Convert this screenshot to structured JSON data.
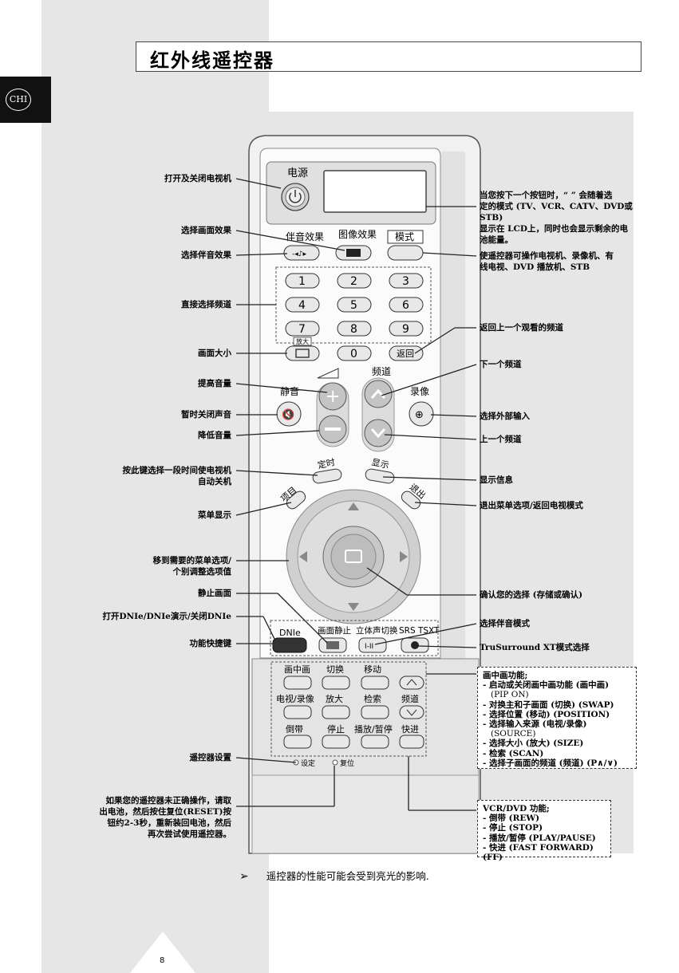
{
  "page": {
    "title": "红外线遥控器",
    "lang_tab": "CHI",
    "page_number": "8",
    "bottom_note": "遥控器的性能可能会受到亮光的影响.",
    "bottom_note_bullet": "➢"
  },
  "remote": {
    "power_label": "电源",
    "picture_effect_label": "图像效果",
    "sound_effect_label": "伴音效果",
    "mode_label": "模式",
    "digits": [
      "1",
      "2",
      "3",
      "4",
      "5",
      "6",
      "7",
      "8",
      "9",
      "0"
    ],
    "zoom_label": "放大",
    "return_label": "返回",
    "channel_label": "频道",
    "mute_label": "静音",
    "record_label": "录像",
    "timer_label": "定时",
    "display_label": "显示",
    "menu_label": "项目",
    "exit_label": "退出",
    "dnie_label": "DNIe",
    "still_label": "画面静止",
    "stereo_label": "立体声切换",
    "stereo_glyph": "I-II",
    "srs_label": "SRS TSXT",
    "pip_label": "画中画",
    "swap_label": "切换",
    "move_label": "移动",
    "tv_vcr_label": "电视/录像",
    "size_label": "放大",
    "scan_label": "检索",
    "pip_channel_label": "频道",
    "rew_label": "倒带",
    "stop_label": "停止",
    "play_label": "播放/暂停",
    "ff_label": "快进",
    "set_label": "设定",
    "reset_label": "复位"
  },
  "left_labels": {
    "power": "打开及关闭电视机",
    "picture_effect": "选择画面效果",
    "sound_effect": "选择伴音效果",
    "direct_channel": "直接选择频道",
    "picture_size": "画面大小",
    "vol_up": "提高音量",
    "mute": "暂时关闭声音",
    "vol_down": "降低音量",
    "sleep_1": "按此键选择一段时间使电视机",
    "sleep_2": "自动关机",
    "menu": "菜单显示",
    "navigate_1": "移到需要的菜单选项/",
    "navigate_2": "个别调整选项值",
    "still": "静止画面",
    "dnie": "打开DNIe/DNIe演示/关闭DNIe",
    "shortcut": "功能快捷键",
    "setup": "遥控器设置",
    "reset_1": "如果您的遥控器未正确操作，请取",
    "reset_2": "出电池，然后按住复位(RESET)按",
    "reset_3": "钮约2-3秒，重新装回电池，然后",
    "reset_4": "再次尝试使用遥控器。"
  },
  "right_labels": {
    "lcd_1": "当您按下一个按钮时，“ ” 会随着选",
    "lcd_2": "定的模式 (TV、VCR、CATV、DVD或STB)",
    "lcd_3": "显示在 LCD上，同时也会显示剩余的电",
    "lcd_4": "池能量。",
    "mode_1": "使遥控器可操作电视机、录像机、有",
    "mode_2": "线电视、DVD 播放机、STB",
    "prev_channel": "返回上一个观看的频道",
    "next_channel": "下一个频道",
    "external_input": "选择外部输入",
    "down_channel": "上一个频道",
    "info": "显示信息",
    "exit": "退出菜单选项/返回电视模式",
    "confirm": "确认您的选择 (存储或确认)",
    "sound_mode": "选择伴音模式",
    "trusurround": "TruSurround XT模式选择"
  },
  "pip_box": {
    "title": "画中画功能;",
    "items": [
      "- 启动或关闭画中画功能 (画中画)",
      "(PIP ON)",
      "- 对换主和子画面 (切换) (SWAP)",
      "- 选择位置 (移动) (POSITION)",
      "- 选择输入来源 (电视/录像)",
      "(SOURCE)",
      "- 选择大小 (放大) (SIZE)",
      "- 检索 (SCAN)",
      "- 选择子画面的频道 (频道) (P∧/∨)"
    ]
  },
  "vcr_box": {
    "title": "VCR/DVD 功能;",
    "items": [
      "- 倒带 (REW)",
      "- 停止 (STOP)",
      "- 播放/暂停 (PLAY/PAUSE)",
      "- 快进 (FAST FORWARD) (FF)"
    ]
  }
}
